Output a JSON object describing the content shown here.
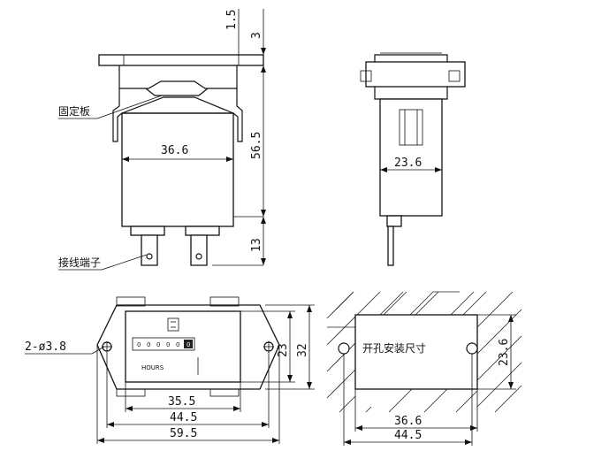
{
  "dimensions": {
    "top_flange": "1.5",
    "top_plate": "3",
    "body_width": "36.6",
    "body_height": "56.5",
    "terminal_length": "13",
    "side_width": "23.6",
    "front_height_inner": "23",
    "front_height_outer": "32",
    "hole_spec": "2-ø3.8",
    "front_inner_width": "35.5",
    "front_mid_width": "44.5",
    "front_total_width": "59.5",
    "cutout_height": "23.6",
    "cutout_width": "36.6",
    "cutout_outer_width": "44.5"
  },
  "labels": {
    "fixing_plate": "固定板",
    "terminal": "接线端子",
    "cutout": "开孔安装尺寸"
  },
  "counter": {
    "digits": [
      "0",
      "0",
      "0",
      "0",
      "0",
      "0"
    ],
    "unit": "HOURS"
  }
}
